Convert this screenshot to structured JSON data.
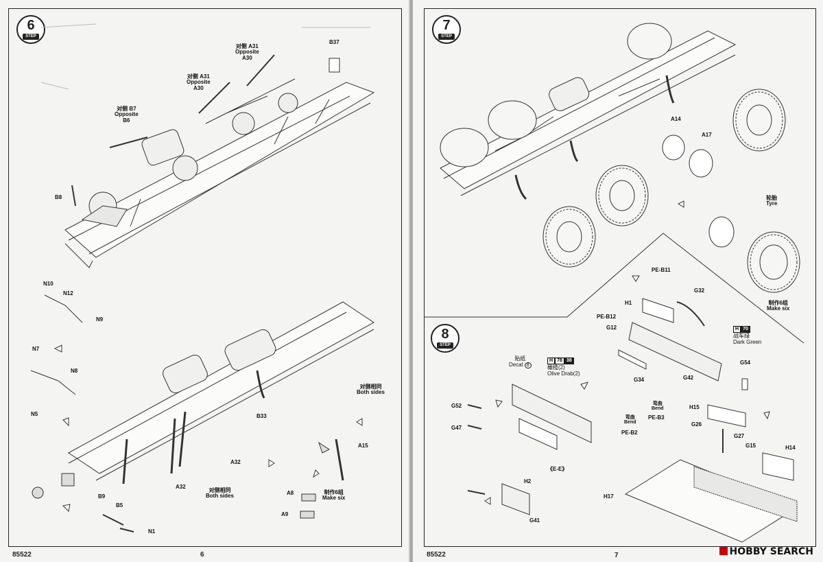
{
  "left": {
    "step": "6",
    "step_tag": "STEP",
    "model_no": "85522",
    "page_no": "6",
    "labels": {
      "b37": "B37",
      "a30_group": "对侧 A31\nOpposite\nA30",
      "a30_group2": "对侧 A31\nOpposite\nA30",
      "b6_group": "对侧 B7\nOpposite\nB6",
      "b8": "B8",
      "n10": "N10",
      "n12": "N12",
      "n9": "N9",
      "n7": "N7",
      "n8": "N8",
      "n5": "N5",
      "both_sides_1": "对侧相同\nBoth sides",
      "b33": "B33",
      "a15": "A15",
      "a32a": "A32",
      "a32b": "A32",
      "both_sides_2": "对侧相同\nBoth sides",
      "a8": "A8",
      "make_six": "制作6组\nMake six",
      "a9": "A9",
      "b9": "B9",
      "b5": "B5",
      "n1": "N1"
    }
  },
  "right": {
    "step7": "7",
    "step8": "8",
    "step_tag": "STEP",
    "model_no": "85522",
    "page_no": "7",
    "labels": {
      "a14": "A14",
      "a17": "A17",
      "tyre": "轮胎\nTyre",
      "make_six": "制作6组\nMake six",
      "pe_b11": "PE-B11",
      "h1": "H1",
      "g32": "G32",
      "pe_b12": "PE-B12",
      "g12": "G12",
      "g34": "G34",
      "g42": "G42",
      "g54": "G54",
      "h15": "H15",
      "g26": "G26",
      "g27": "G27",
      "g15": "G15",
      "h14": "H14",
      "h17": "H17",
      "g52": "G52",
      "g47": "G47",
      "h2": "H2",
      "g41": "G41",
      "e_e": "《E-E》",
      "pe_b2": "PE-B2",
      "pe_b3": "PE-B3",
      "bend1": "弯曲\nBend",
      "bend2": "弯曲\nBend"
    },
    "paint_dark_green": {
      "code_letter": "H",
      "code_num": "70",
      "cn": "战车绿",
      "en": "Dark Green"
    },
    "paint_olive": {
      "code_letter": "H",
      "code_a": "78",
      "code_b": "38",
      "cn": "橄榄(2)",
      "en": "Olive Drab(2)"
    },
    "decal": {
      "cn": "贴纸",
      "en": "Decal",
      "num": "8"
    }
  },
  "watermark": "HOBBY SEARCH"
}
